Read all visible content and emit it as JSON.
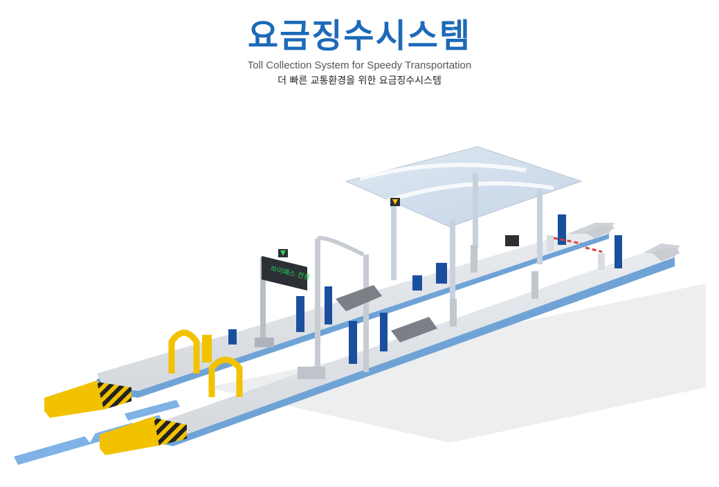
{
  "header": {
    "title": "요금징수시스템",
    "subtitle_en": "Toll Collection System for Speedy Transportation",
    "subtitle_ko": "더 빠른 교통환경을 위한 요금징수시스템"
  },
  "illustration": {
    "gantry_sign": "하이패스 전용"
  },
  "colors": {
    "title": "#1d6ab8",
    "lane_edge": "#6fa3d6",
    "equipment_blue": "#1a4f9e",
    "barrier_yellow": "#f2c200",
    "canopy": "#cfdcec",
    "arrow": "#7fb2e6"
  }
}
